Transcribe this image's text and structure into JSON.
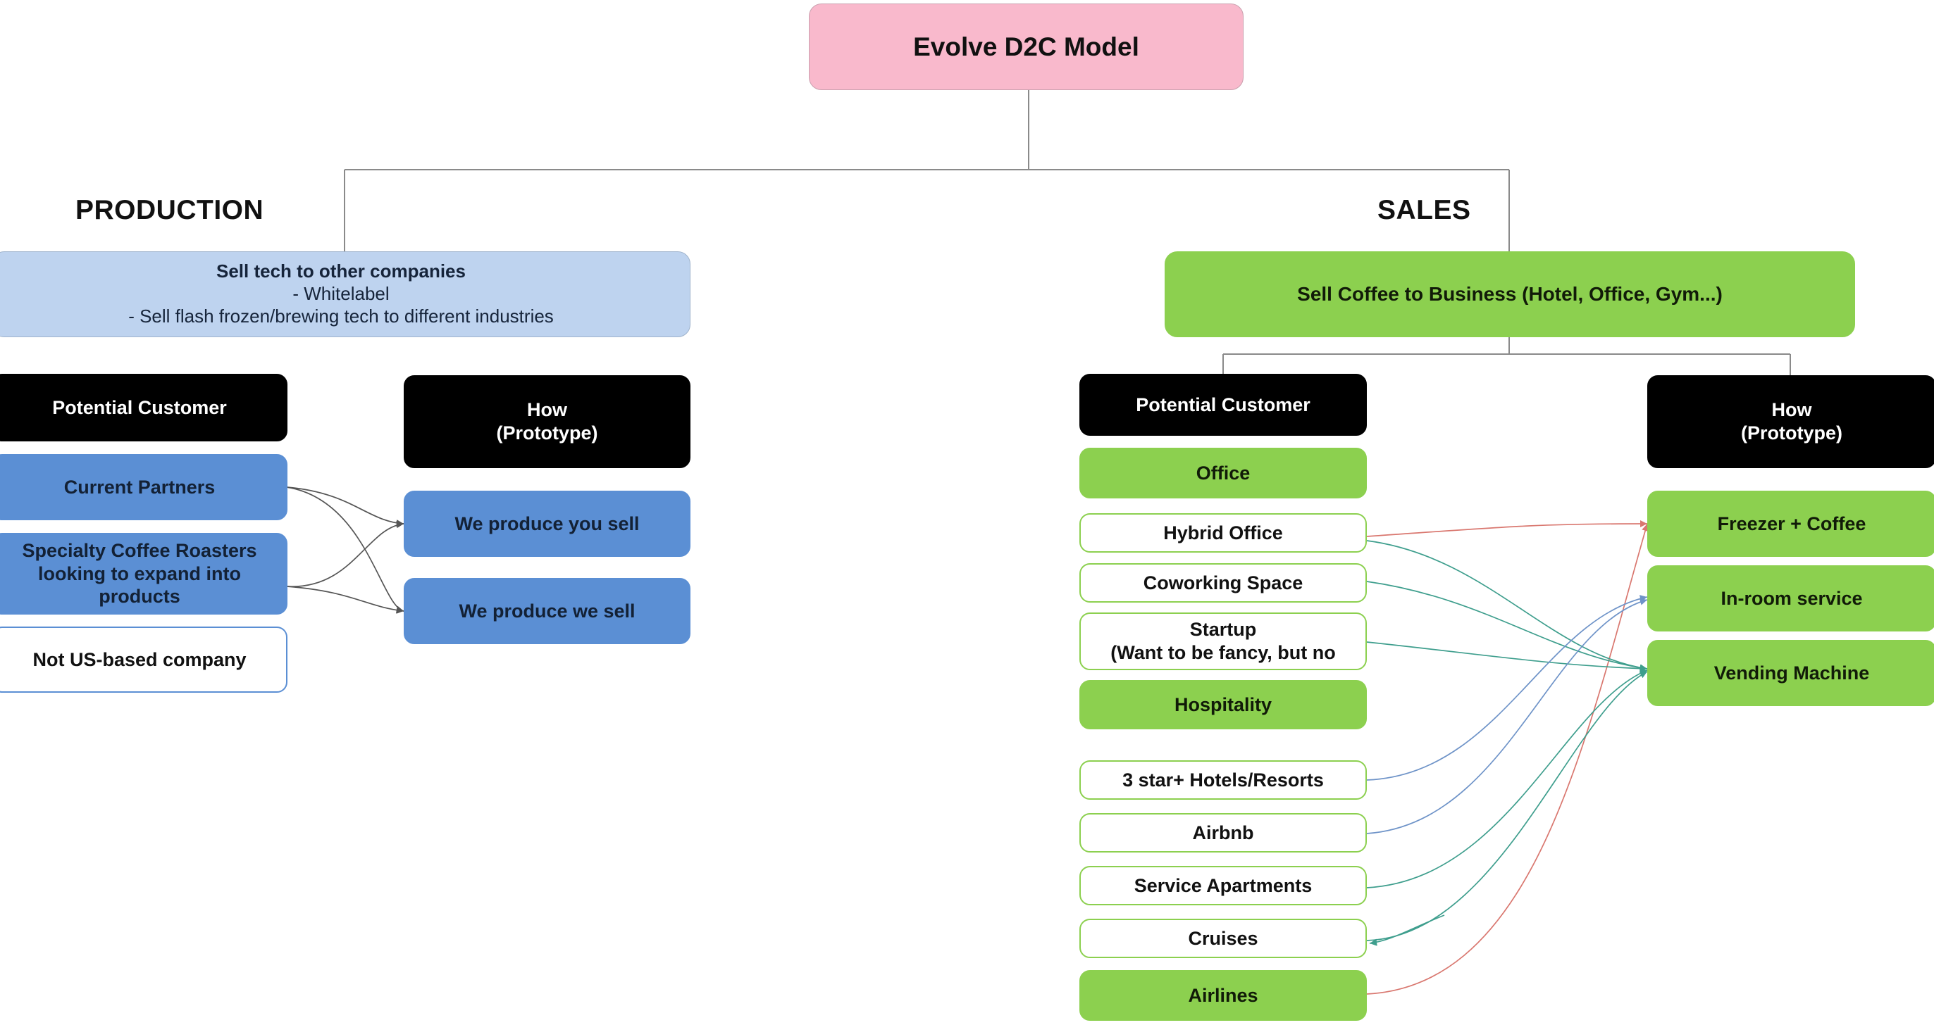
{
  "diagram": {
    "title": "Evolve D2C Model",
    "root": {
      "label": "Evolve D2C Model",
      "color": "#F9B9CC"
    },
    "branches": [
      {
        "caption": "PRODUCTION"
      },
      {
        "caption": "SALES"
      }
    ],
    "production": {
      "caption": "PRODUCTION",
      "summary": {
        "title": "Sell tech to other companies",
        "line2": "- Whitelabel",
        "line3": "- Sell flash frozen/brewing tech to different industries",
        "color": "#BED3EF"
      },
      "customer_header": "Potential Customer",
      "customers": [
        {
          "label": "Current Partners",
          "style": "filled"
        },
        {
          "label": "Specialty Coffee Roasters looking to expand into products",
          "style": "filled"
        },
        {
          "label": "Not US-based company",
          "style": "outline"
        }
      ],
      "how_header_line1": "How",
      "how_header_line2": "(Prototype)",
      "how": [
        {
          "label": "We produce you sell",
          "style": "filled"
        },
        {
          "label": "We produce we sell",
          "style": "filled"
        }
      ]
    },
    "sales": {
      "caption": "SALES",
      "summary": {
        "title": "Sell Coffee to Business (Hotel, Office, Gym...)",
        "color": "#8CD04F"
      },
      "customer_header": "Potential Customer",
      "customers": [
        {
          "label": "Office",
          "style": "filled"
        },
        {
          "label": "Hybrid Office",
          "style": "outline"
        },
        {
          "label": "Coworking Space",
          "style": "outline"
        },
        {
          "label": "Startup",
          "label2": "(Want to be fancy, but no",
          "style": "outline"
        },
        {
          "label": "Hospitality",
          "style": "filled"
        },
        {
          "label": "3 star+ Hotels/Resorts",
          "style": "outline"
        },
        {
          "label": "Airbnb",
          "style": "outline"
        },
        {
          "label": "Service Apartments",
          "style": "outline"
        },
        {
          "label": "Cruises",
          "style": "outline"
        },
        {
          "label": "Airlines",
          "style": "filled"
        }
      ],
      "how_header_line1": "How",
      "how_header_line2": "(Prototype)",
      "how": [
        {
          "label": "Freezer + Coffee",
          "style": "filled"
        },
        {
          "label": "In-room service",
          "style": "filled"
        },
        {
          "label": "Vending Machine",
          "style": "filled"
        }
      ]
    },
    "colors": {
      "pink": "#F9B9CC",
      "light_blue": "#BED3EF",
      "blue": "#5B8FD4",
      "green": "#8CD04F",
      "black": "#000000",
      "connector_gray": "#8a8a8a",
      "connector_red": "#D9776F",
      "connector_blue": "#6E93C8",
      "connector_teal": "#3E9E8D"
    }
  }
}
